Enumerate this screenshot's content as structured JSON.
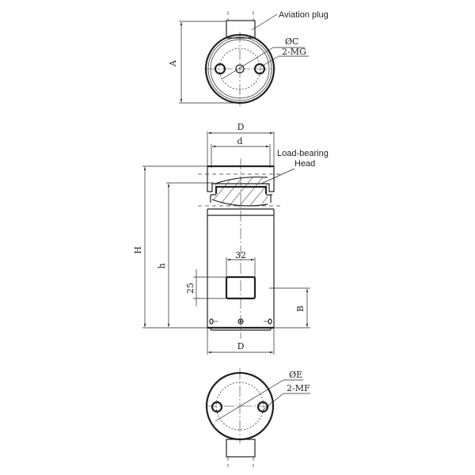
{
  "drawing": {
    "subject": "Load cell technical drawing",
    "top_view": {
      "callouts": {
        "aviation_plug": "Aviation plug",
        "diameter_c": "ØC",
        "thread_mg": "2-MG"
      },
      "dimensions": {
        "height": "A"
      }
    },
    "side_view": {
      "callouts": {
        "load_head_line1": "Load-bearing",
        "load_head_line2": "Head"
      },
      "dimensions": {
        "outer_diameter_top": "D",
        "head_diameter": "d",
        "total_height": "H",
        "head_height": "h",
        "window_width": "32",
        "window_height": "25",
        "plug_height": "B",
        "outer_diameter_bottom": "D"
      }
    },
    "bottom_view": {
      "callouts": {
        "diameter_e": "ØE",
        "thread_mf": "2-MF"
      }
    },
    "colors": {
      "line": "#222222",
      "background": "#ffffff"
    }
  }
}
